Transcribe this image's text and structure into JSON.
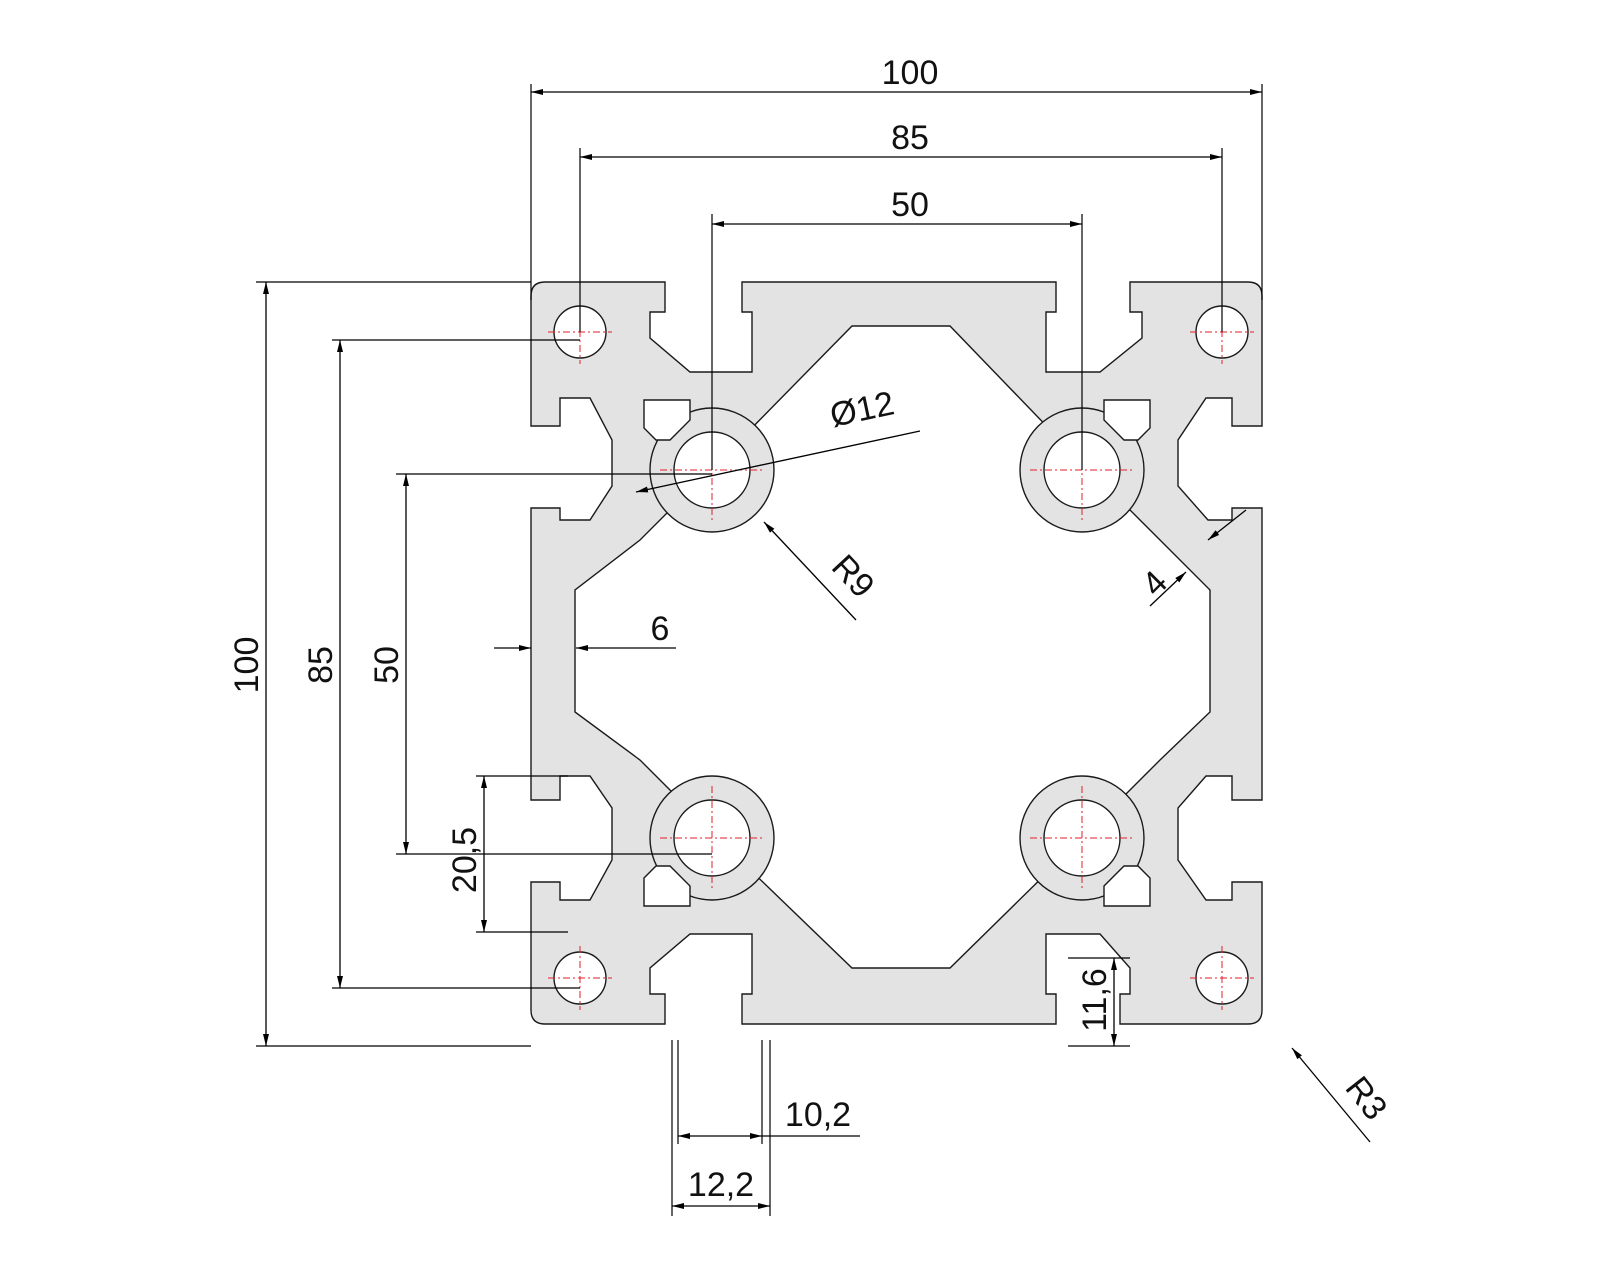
{
  "diagram": {
    "title": "",
    "colors": {
      "profile_fill": "#e3e3e3",
      "outline": "#1a1a1a",
      "center_lines": "#e0202a",
      "background": "#ffffff"
    },
    "dimensions": {
      "top_overall": "100",
      "top_pitch": "85",
      "top_center": "50",
      "bore_diameter": "Ø12",
      "boss_radius": "R9",
      "wall_thickness_diagonal": "4",
      "wall_thickness_side": "6",
      "left_overall": "100",
      "left_pitch": "85",
      "left_center": "50",
      "slot_depth_side": "20,5",
      "slot_depth_bottom": "11,6",
      "slot_opening": "10,2",
      "slot_inner_width": "12,2",
      "corner_radius": "R3"
    }
  }
}
